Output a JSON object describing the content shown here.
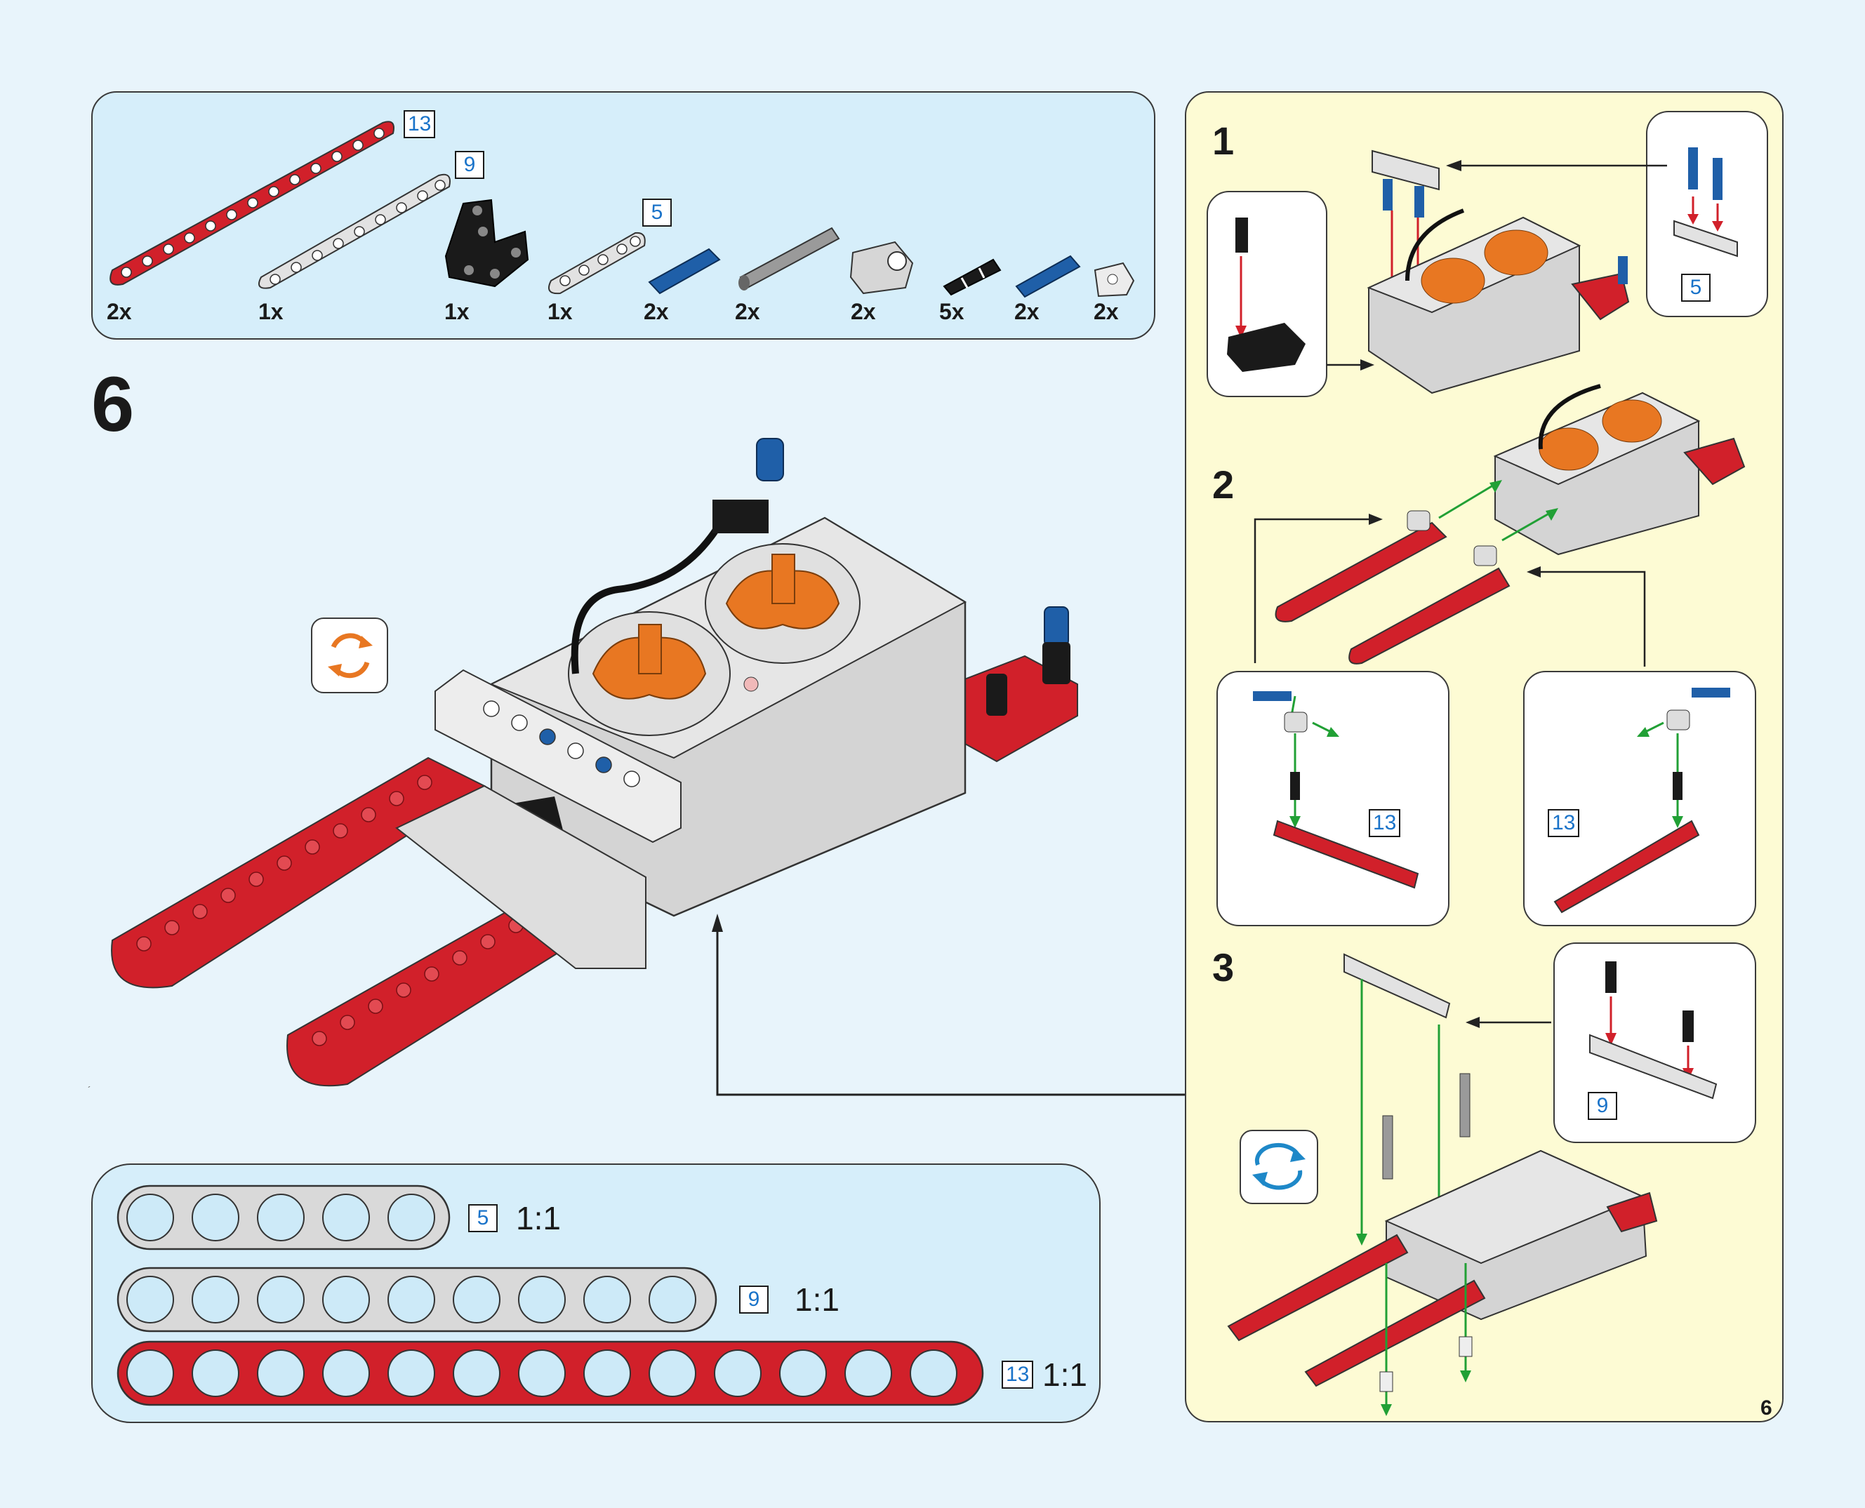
{
  "parts_list": {
    "quantities": [
      "2x",
      "1x",
      "1x",
      "1x",
      "2x",
      "2x",
      "2x",
      "5x",
      "2x",
      "2x"
    ],
    "beam_sizes": [
      "13",
      "9",
      "5"
    ]
  },
  "main_step": {
    "number": "6"
  },
  "sub_steps": {
    "step1": {
      "number": "1",
      "callout_right_size": "5"
    },
    "step2": {
      "number": "2",
      "callout_left_size": "13",
      "callout_right_size": "13"
    },
    "step3": {
      "number": "3",
      "callout_size": "9"
    }
  },
  "ruler": {
    "rows": [
      {
        "size": "5",
        "ratio": "1:1"
      },
      {
        "size": "9",
        "ratio": "1:1"
      },
      {
        "size": "13",
        "ratio": "1:1"
      }
    ]
  },
  "page_number": "6",
  "icons": [
    "rotate-model-icon",
    "rotate-model-icon"
  ],
  "colors": {
    "beam_red": "#d1202a",
    "beam_gray": "#d9d9d9",
    "pin_blue": "#1f5fa8",
    "motor_orange": "#e87722",
    "arrow_red": "#d1202a",
    "arrow_green": "#21a035"
  }
}
